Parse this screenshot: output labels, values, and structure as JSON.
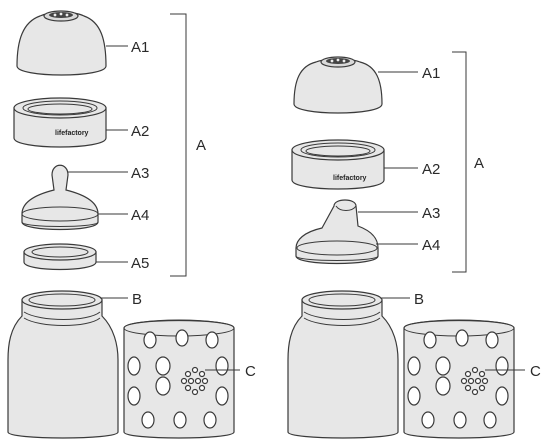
{
  "brand": "lifefactory",
  "left_assembly": {
    "labels": [
      "A1",
      "A2",
      "A3",
      "A4",
      "A5",
      "A",
      "B",
      "C"
    ]
  },
  "right_assembly": {
    "labels": [
      "A1",
      "A2",
      "A3",
      "A4",
      "A",
      "B",
      "C"
    ]
  }
}
